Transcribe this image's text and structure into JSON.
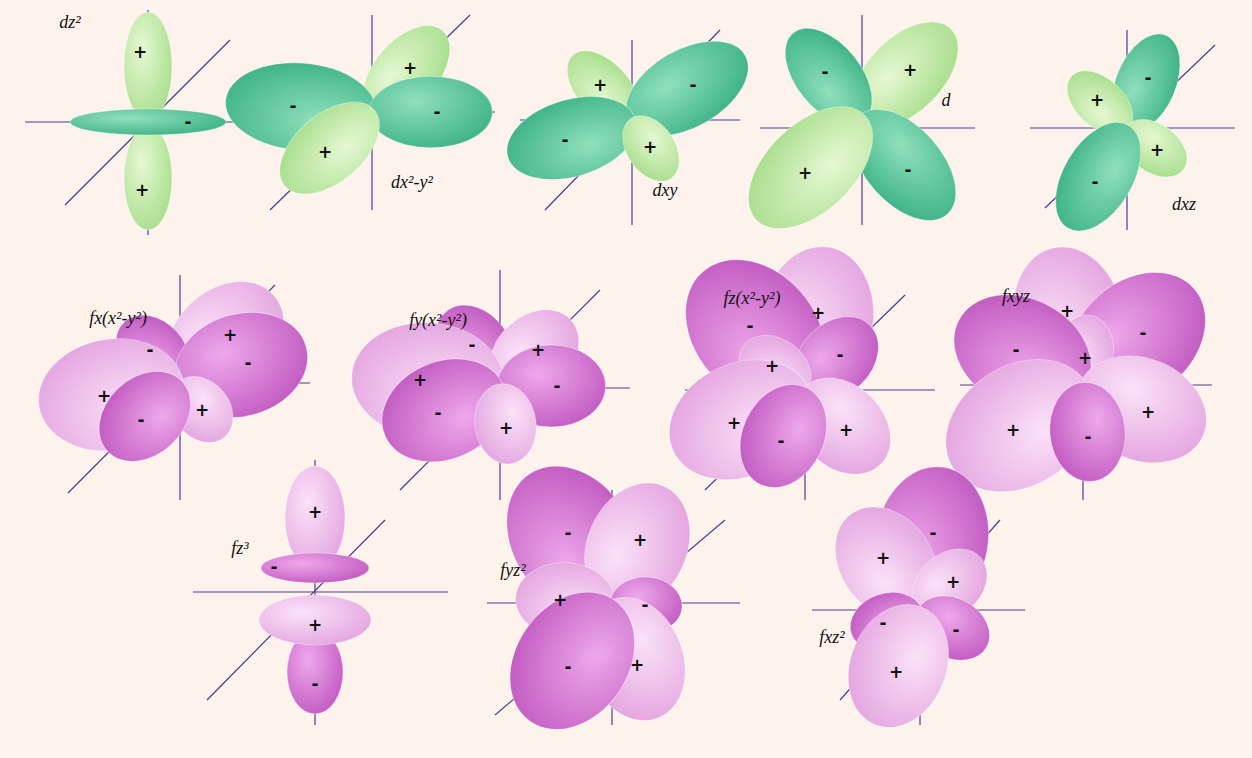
{
  "diagram": {
    "labels": [
      "dz²",
      "+",
      "-",
      "+",
      "dx²-y²",
      "-",
      "+",
      "-",
      "+",
      "dxy",
      "+",
      "-",
      "-",
      "+",
      "d",
      "-",
      "+",
      "+",
      "-",
      "dxz",
      "+",
      "-",
      "+",
      "-",
      "fx(x²-y²)",
      "-",
      "+",
      "-",
      "+",
      "-",
      "+",
      "fy(x²-y²)",
      "-",
      "+",
      "-",
      "+",
      "-",
      "+",
      "fz(x²-y²)",
      "-",
      "+",
      "+",
      "-",
      "+",
      "-",
      "+",
      "fxyz",
      "+",
      "-",
      "-",
      "+",
      "+",
      "+",
      "-",
      "fz³",
      "+",
      "-",
      "+",
      "-",
      "fyz²",
      "-",
      "+",
      "+",
      "-",
      "-",
      "+",
      "fxz²",
      "+",
      "-",
      "+",
      "-",
      "-",
      "+"
    ]
  }
}
